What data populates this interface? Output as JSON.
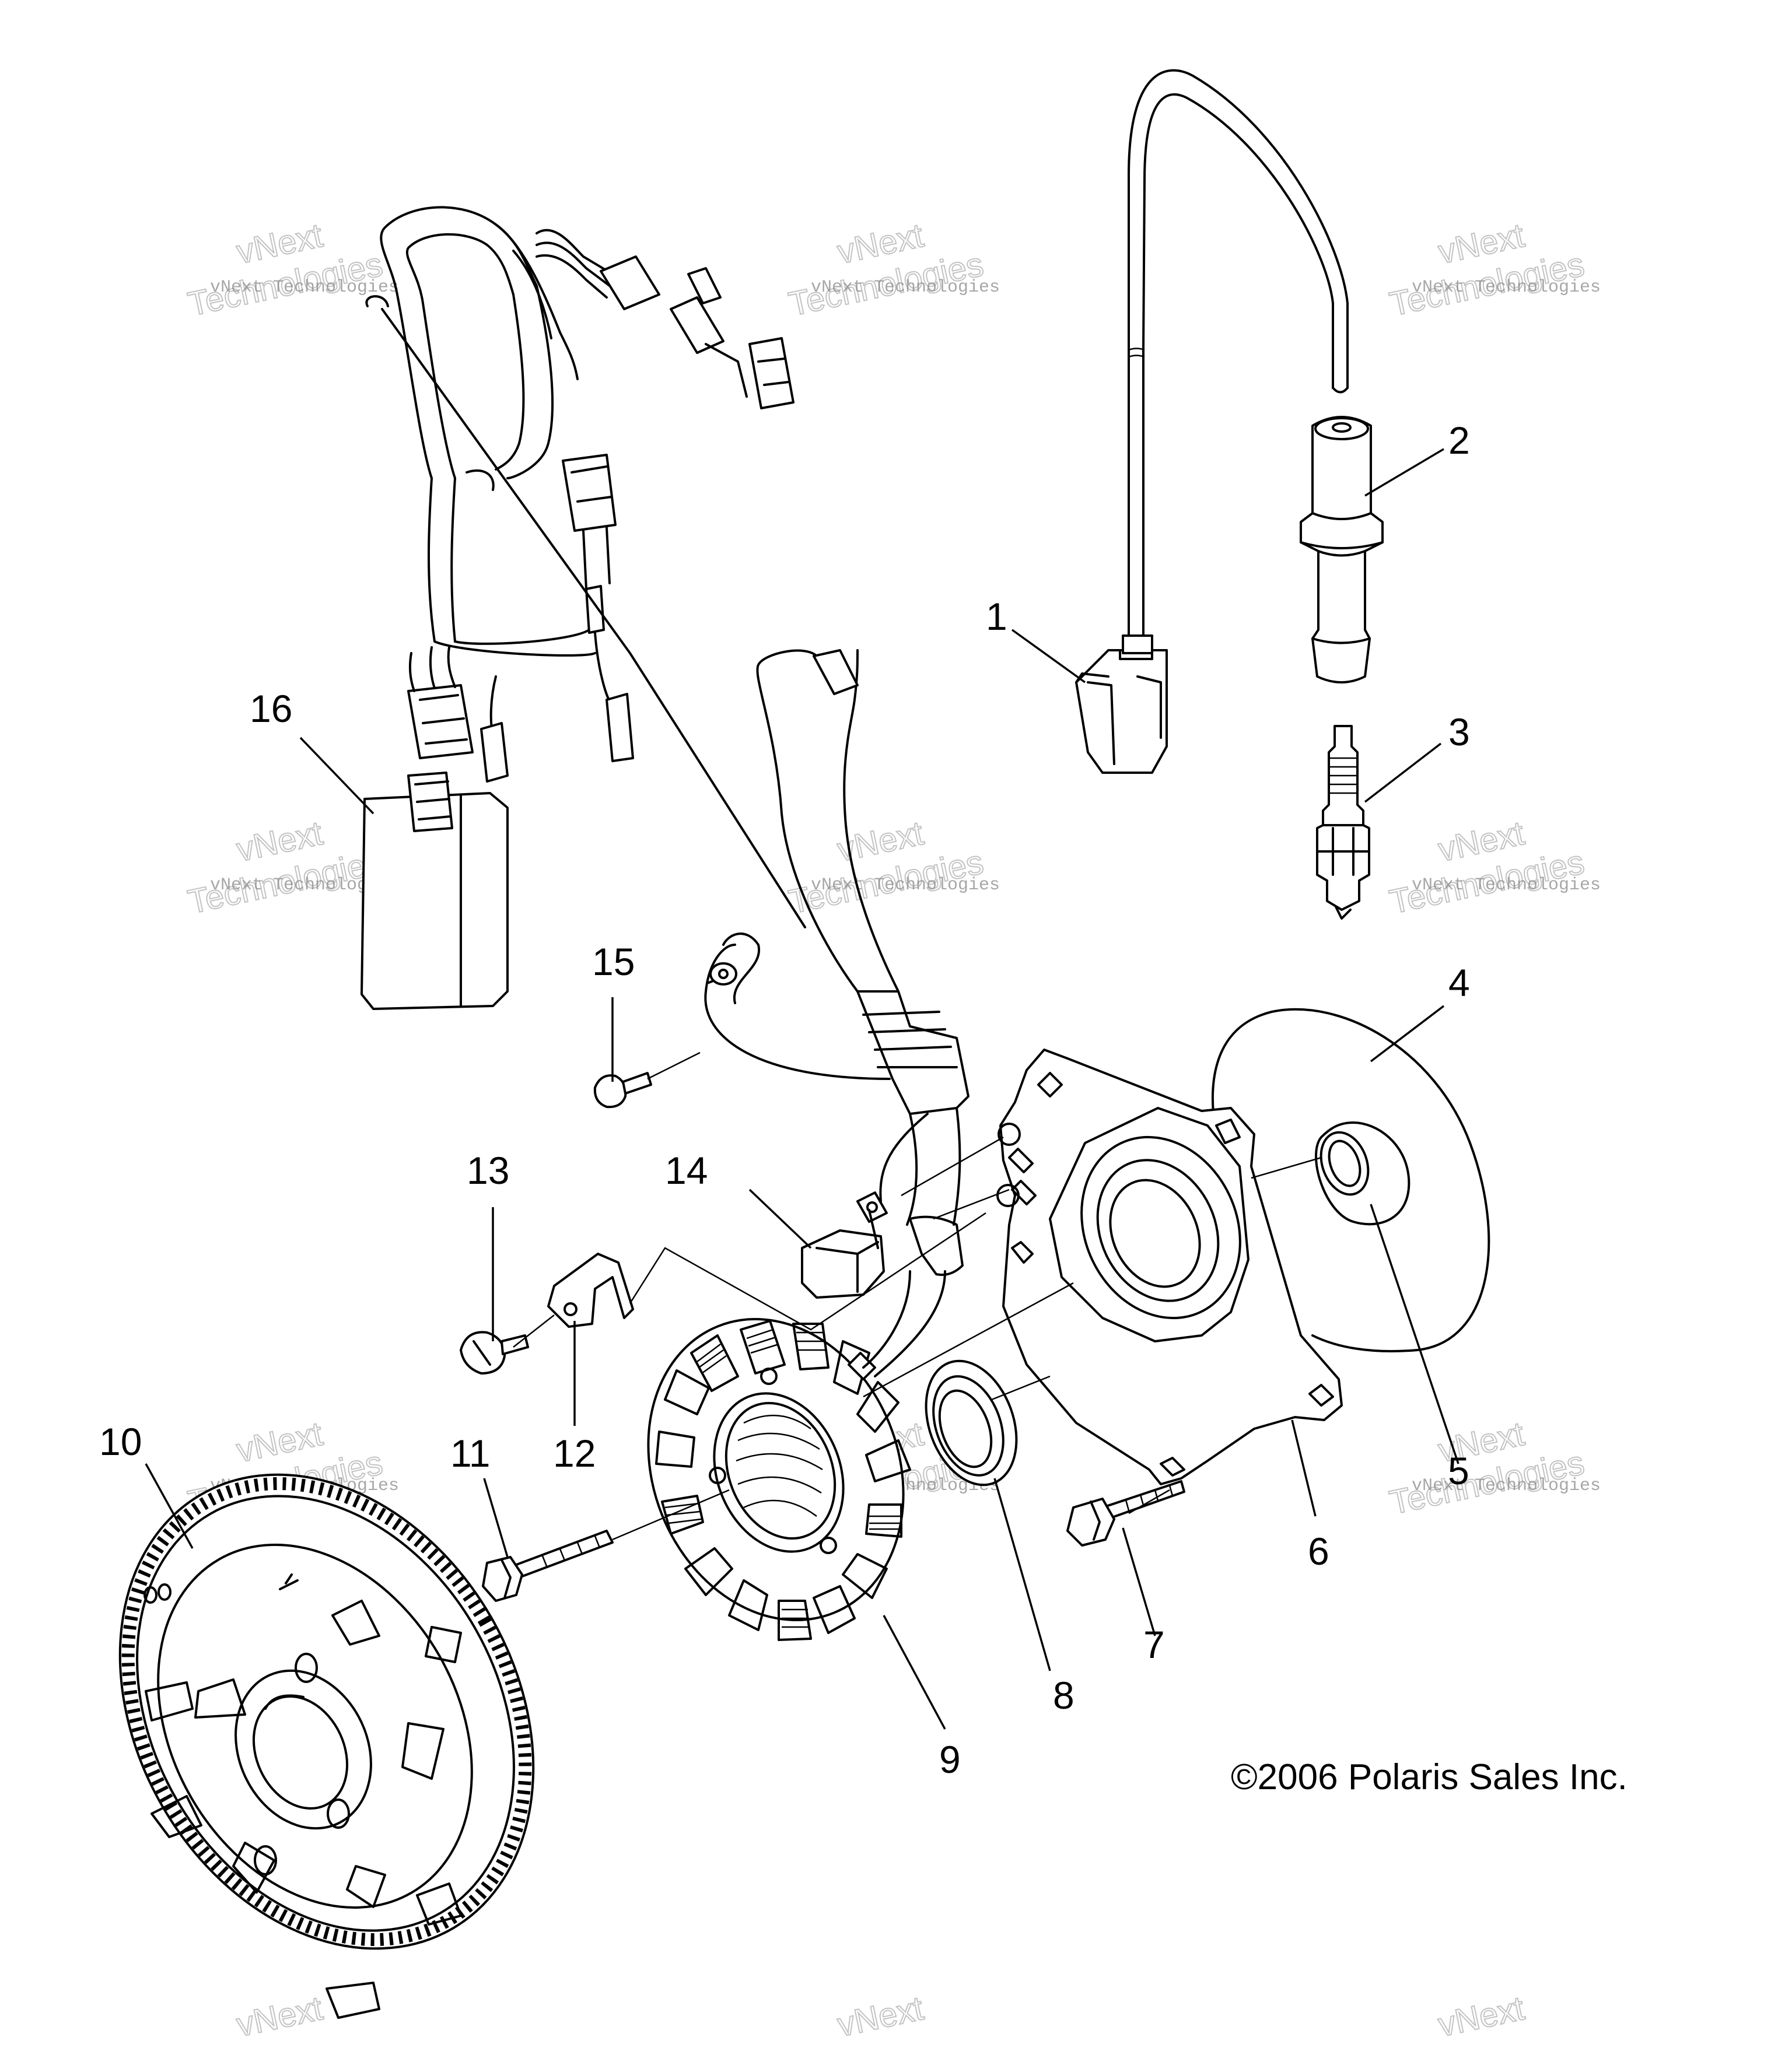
{
  "callouts": [
    {
      "id": "1",
      "label": "1"
    },
    {
      "id": "2",
      "label": "2"
    },
    {
      "id": "3",
      "label": "3"
    },
    {
      "id": "4",
      "label": "4"
    },
    {
      "id": "5",
      "label": "5"
    },
    {
      "id": "6",
      "label": "6"
    },
    {
      "id": "7",
      "label": "7"
    },
    {
      "id": "8",
      "label": "8"
    },
    {
      "id": "9",
      "label": "9"
    },
    {
      "id": "10",
      "label": "10"
    },
    {
      "id": "11",
      "label": "11"
    },
    {
      "id": "12",
      "label": "12"
    },
    {
      "id": "13",
      "label": "13"
    },
    {
      "id": "14",
      "label": "14"
    },
    {
      "id": "15",
      "label": "15"
    },
    {
      "id": "16",
      "label": "16"
    }
  ],
  "copyright": "©2006 Polaris Sales Inc.",
  "watermark": {
    "small": "vNext Technologies",
    "big_line1": "vNext",
    "big_line2": "Technologies"
  }
}
